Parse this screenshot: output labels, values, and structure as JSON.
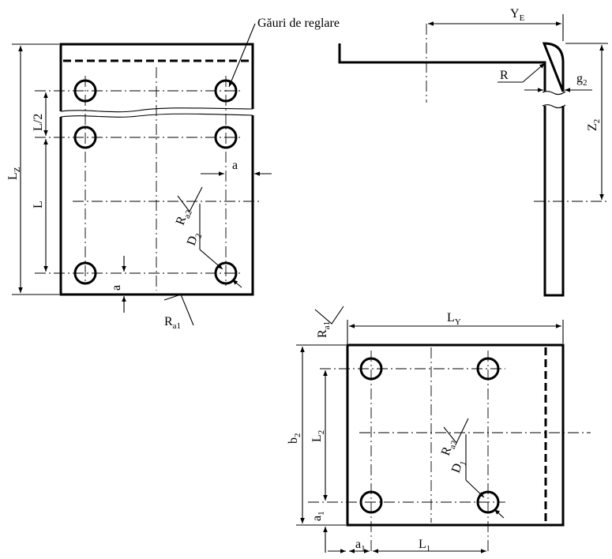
{
  "labels": {
    "adjust_holes": "Găuri de reglare",
    "lz": "L",
    "lz_sub": "Z",
    "l_half": "L/2",
    "l": "L",
    "a_top": "a",
    "a_bottom": "a",
    "ra2_top": "R",
    "ra2_top_sub": "a2",
    "d2": "D",
    "d2_sub": "2",
    "ra1_top": "R",
    "ra1_top_sub": "a1",
    "ye": "Y",
    "ye_sub": "E",
    "r": "R",
    "g2": "g",
    "g2_sub": "2",
    "z2": "Z",
    "z2_sub": "2",
    "ly": "L",
    "ly_sub": "Y",
    "ra1_bot": "R",
    "ra1_bot_sub": "a1",
    "b2": "b",
    "b2_sub": "2",
    "l2": "L",
    "l2_sub": "2",
    "a1_vert": "a",
    "a1_vert_sub": "1",
    "ra2_bot": "R",
    "ra2_bot_sub": "a2",
    "d1": "D",
    "d1_sub": "1",
    "a1_horiz": "a",
    "a1_horiz_sub": "1",
    "l1": "L",
    "l1_sub": "1"
  }
}
